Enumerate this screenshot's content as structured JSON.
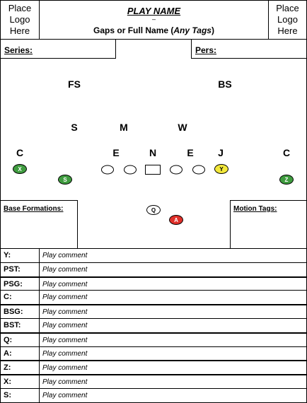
{
  "header": {
    "logo_left": "Place\nLogo\nHere",
    "logo_right": "Place\nLogo\nHere",
    "play_name": "PLAY NAME",
    "dash": "–",
    "subtitle_prefix": "Gaps or Full Name (",
    "subtitle_tags": "Any Tags",
    "subtitle_suffix": ")"
  },
  "labels": {
    "series": "Series:",
    "pers": "Pers:",
    "base_formations": "Base Formations:",
    "motion_tags": "Motion Tags:"
  },
  "defense": {
    "fs": "FS",
    "bs": "BS",
    "s": "S",
    "m": "M",
    "w": "W",
    "c_left": "C",
    "e_left": "E",
    "n": "N",
    "e_right": "E",
    "j": "J",
    "c_right": "C"
  },
  "offense": {
    "x": "X",
    "s": "S",
    "y": "Y",
    "z": "Z",
    "q": "Q",
    "a": "A"
  },
  "colors": {
    "green": "#3f9c3f",
    "yellow": "#f3e83b",
    "red": "#e0302a"
  },
  "comments": [
    {
      "label": "Y:",
      "comment": "Play comment"
    },
    {
      "label": "PST:",
      "comment": "Play comment"
    },
    {
      "label": "PSG:",
      "comment": "Play comment"
    },
    {
      "label": "C:",
      "comment": "Play comment"
    },
    {
      "label": "BSG:",
      "comment": "Play comment"
    },
    {
      "label": "BST:",
      "comment": "Play comment"
    },
    {
      "label": "Q:",
      "comment": "Play comment"
    },
    {
      "label": "A:",
      "comment": "Play comment"
    },
    {
      "label": "Z:",
      "comment": "Play comment"
    },
    {
      "label": "X:",
      "comment": "Play comment"
    },
    {
      "label": "S:",
      "comment": "Play comment"
    }
  ]
}
